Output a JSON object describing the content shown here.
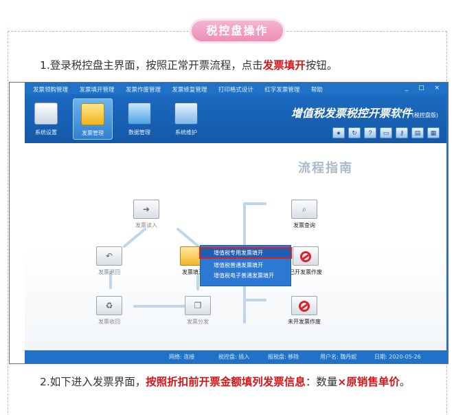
{
  "section": {
    "title": "税控盘操作"
  },
  "step1": {
    "prefix": "1.登录税控盘主界面，按照正常开票流程，点击",
    "highlight": "发票填开",
    "suffix": "按钮。"
  },
  "step2": {
    "prefix": "2.如下进入发票界面，",
    "highlight1": "按照折扣前开票金额填列发票信息",
    "middle": "：数量",
    "times": "×",
    "highlight2": "原销售单价",
    "end": "。"
  },
  "screenshot": {
    "menu": [
      "发票领购管理",
      "发票填开管理",
      "发票作废管理",
      "发票修复管理",
      "打印格式设计",
      "红字发票管理",
      "帮助"
    ],
    "window_buttons": "_ □ ×",
    "toolbar": [
      {
        "label": "系统设置",
        "icon": "settings-icon"
      },
      {
        "label": "发票管理",
        "icon": "invoice-icon"
      },
      {
        "label": "数据管理",
        "icon": "data-icon"
      },
      {
        "label": "系统维护",
        "icon": "maintenance-icon"
      }
    ],
    "app_title": "增值税发票税控开票软件",
    "app_subtitle": "(税控盘版)",
    "flow_title": "流程指南",
    "nodes": {
      "invoice_read": "发票读入",
      "invoice_return": "发票退回",
      "invoice_recover": "发票收回",
      "invoice_fill": "发票填开",
      "invoice_distribute": "发票分发",
      "invoice_query": "发票查询",
      "issued_void": "已开发票作废",
      "unissued_void": "未开发票作废"
    },
    "popup_menu": [
      "增值税专用发票填开",
      "增值税普通发票填开",
      "增值税电子普通发票填开"
    ],
    "status": {
      "network": "网络: 连接",
      "disk": "税控盘: 插入",
      "copy": "报税盘: 移除",
      "user": "用户名: 魏丹妮",
      "date": "日期: 2020-05-26"
    },
    "colors": {
      "titlebar": "#1f72c8",
      "highlight": "#d71518",
      "popup": "#2c78d2"
    }
  }
}
